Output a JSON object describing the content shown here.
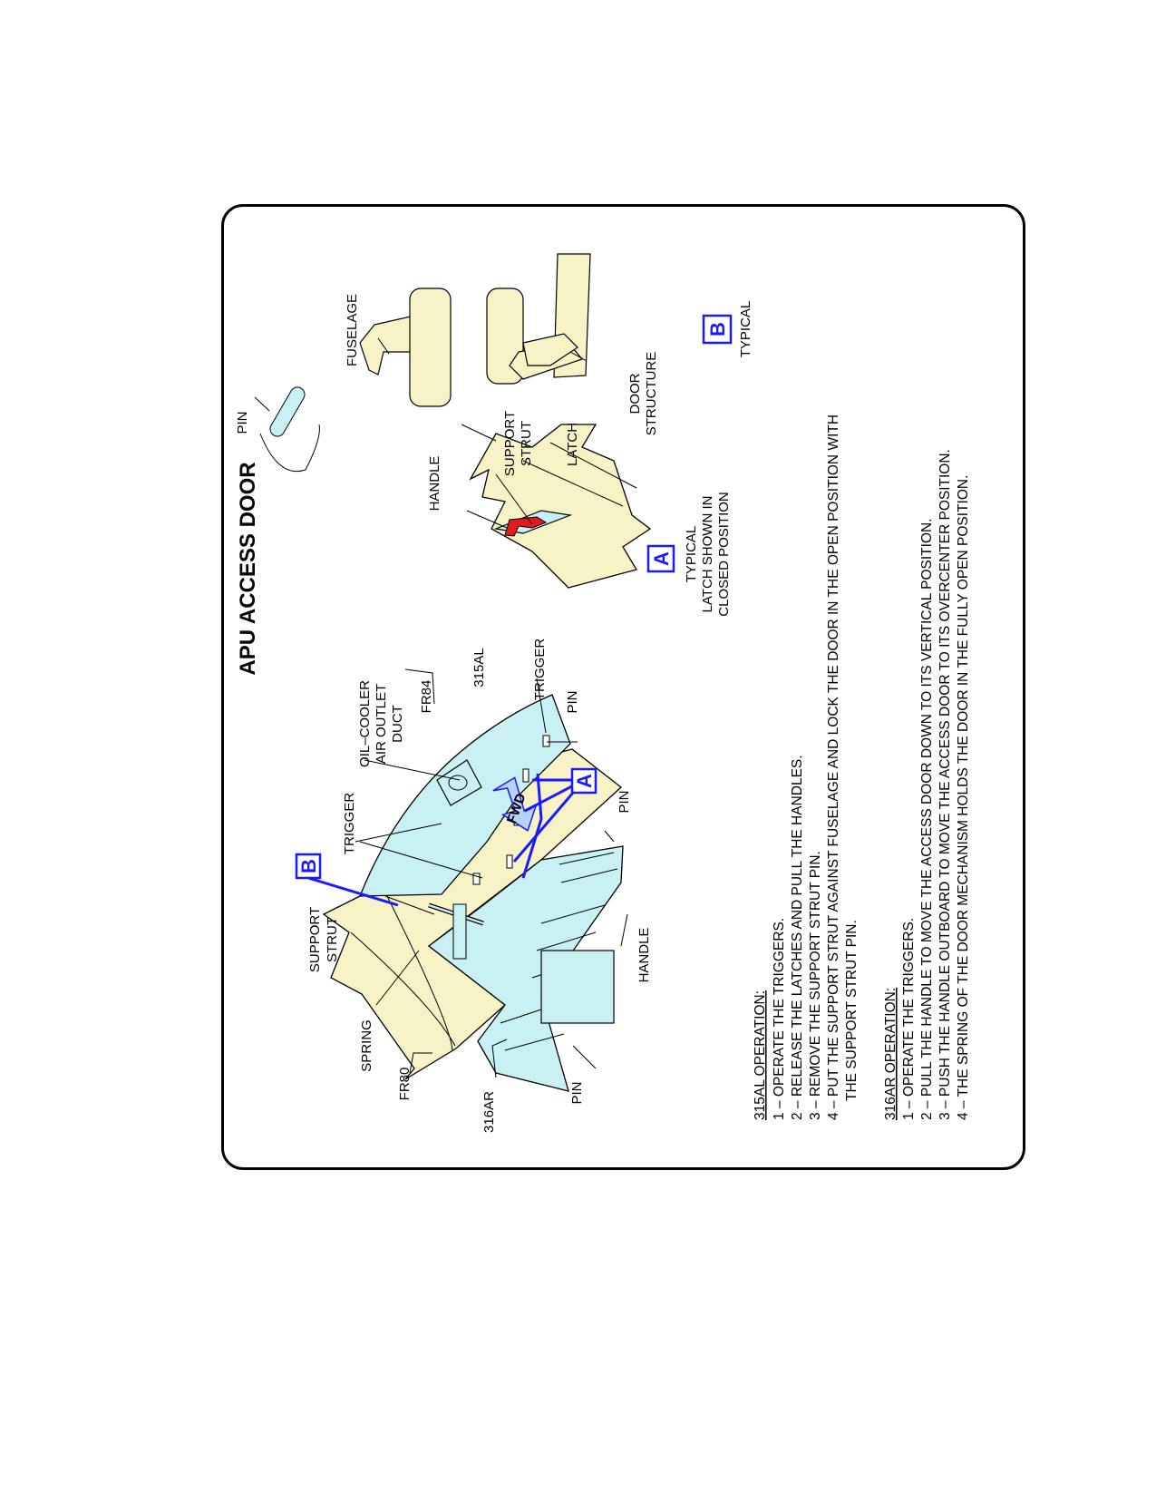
{
  "title": "APU ACCESS DOOR",
  "colors": {
    "structure": "#f7f3c7",
    "door": "#c9f0f2",
    "latch_red": "#e31b1b",
    "callout_blue": "#1a1aff",
    "arrow_fwd": "#b9d3f5"
  },
  "labels": {
    "fwd": "FWD",
    "fr80": "FR80",
    "fr84": "FR84",
    "door_316ar": "316AR",
    "door_315al": "315AL",
    "spring": "SPRING",
    "support_strut_1": "SUPPORT",
    "support_strut_2": "STRUT",
    "trigger_left": "TRIGGER",
    "trigger_right": "TRIGGER",
    "duct_1": "OIL–COOLER",
    "duct_2": "AIR OUTLET",
    "duct_3": "DUCT",
    "pin_bottom": "PIN",
    "pin_mid": "PIN",
    "pin_top": "PIN",
    "handle": "HANDLE",
    "callout_a": "A",
    "callout_b": "B"
  },
  "detail_a": {
    "letter": "A",
    "handle": "HANDLE",
    "latch": "LATCH",
    "caption": [
      "TYPICAL",
      "LATCH SHOWN IN",
      "CLOSED POSITION"
    ]
  },
  "detail_b": {
    "letter": "B",
    "pin": "PIN",
    "fuselage": "FUSELAGE",
    "support_strut": [
      "SUPPORT",
      "STRUT"
    ],
    "door_structure": [
      "DOOR",
      "STRUCTURE"
    ],
    "caption": "TYPICAL"
  },
  "operations": {
    "op_315al": {
      "heading": "315AL OPERATION:",
      "steps": [
        "1 – OPERATE THE TRIGGERS.",
        "2 – RELEASE THE LATCHES AND PULL THE HANDLES.",
        "3 – REMOVE THE SUPPORT STRUT PIN.",
        "4 – PUT THE SUPPORT STRUT AGAINST FUSELAGE AND LOCK THE DOOR IN THE OPEN POSITION WITH",
        "THE SUPPORT STRUT PIN."
      ]
    },
    "op_316ar": {
      "heading": "316AR OPERATION:",
      "steps": [
        "1 – OPERATE THE TRIGGERS.",
        "2 – PULL THE HANDLE TO MOVE THE ACCESS DOOR DOWN TO ITS VERTICAL POSITION.",
        "3 – PUSH THE HANDLE OUTBOARD TO MOVE THE ACCESS DOOR TO ITS OVERCENTER POSITION.",
        "4 – THE SPRING OF THE DOOR MECHANISM HOLDS THE DOOR IN THE FULLY OPEN POSITION."
      ]
    }
  }
}
